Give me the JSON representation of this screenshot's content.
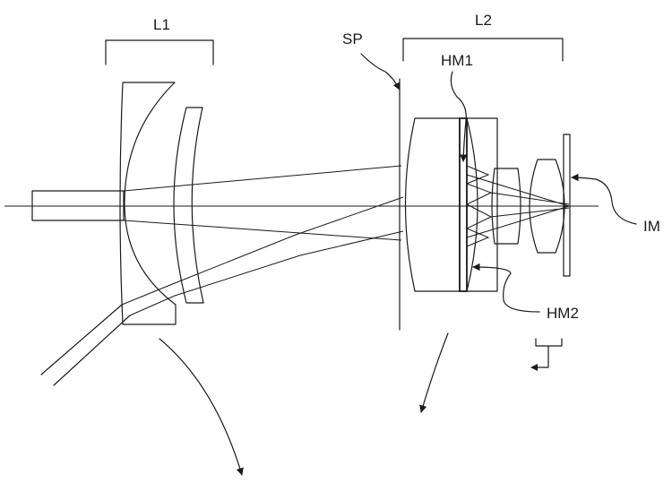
{
  "labels": {
    "group1": "L1",
    "group2": "L2",
    "stop": "SP",
    "mirror1": "HM1",
    "mirror2": "HM2",
    "image": "IM"
  },
  "colors": {
    "line": "#1a1a1a",
    "background": "#ffffff"
  }
}
